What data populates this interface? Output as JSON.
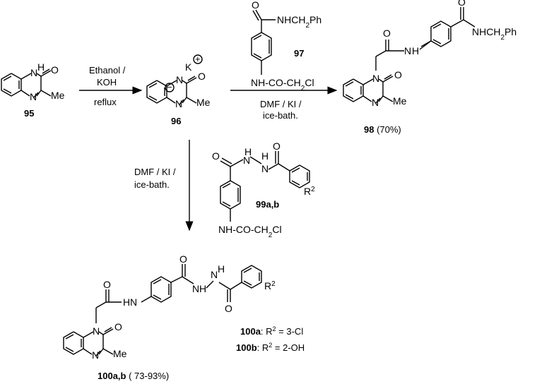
{
  "compounds": {
    "c95": "95",
    "c96": "96",
    "c97": "97",
    "c98": "98",
    "c98_yield": " (70%)",
    "c99": "99a,b",
    "c100": "100a,b",
    "c100_yield": " ( 73-93%)",
    "c100a": "100a",
    "c100b": "100b"
  },
  "definitions": {
    "a_rest": ": R",
    "a_sup": "2",
    "a_val": " = 3-Cl",
    "b_rest": ": R",
    "b_sup": "2",
    "b_val": " = 2-OH"
  },
  "conditions": {
    "step1_line1": "Ethanol /",
    "step1_line2": "KOH",
    "step1_line3": "reflux",
    "step2_line1": "DMF / KI /",
    "step2_line2": "ice-bath.",
    "step3_line1": "DMF / KI /",
    "step3_line2": "ice-bath."
  },
  "groups": {
    "nhch2ph": "NHCH",
    "nhch2ph_sub": "2",
    "nhch2ph_end": "Ph",
    "nhcoch2cl": "NH-CO-CH",
    "nhcoch2cl_sub": "2",
    "nhcoch2cl_end": "Cl",
    "me": "Me",
    "r": "R",
    "r_sup": "2",
    "k": "K",
    "plus": "+",
    "minus": "−",
    "n": "N",
    "h": "H",
    "o": "O",
    "nh": "NH",
    "hn": "HN"
  }
}
